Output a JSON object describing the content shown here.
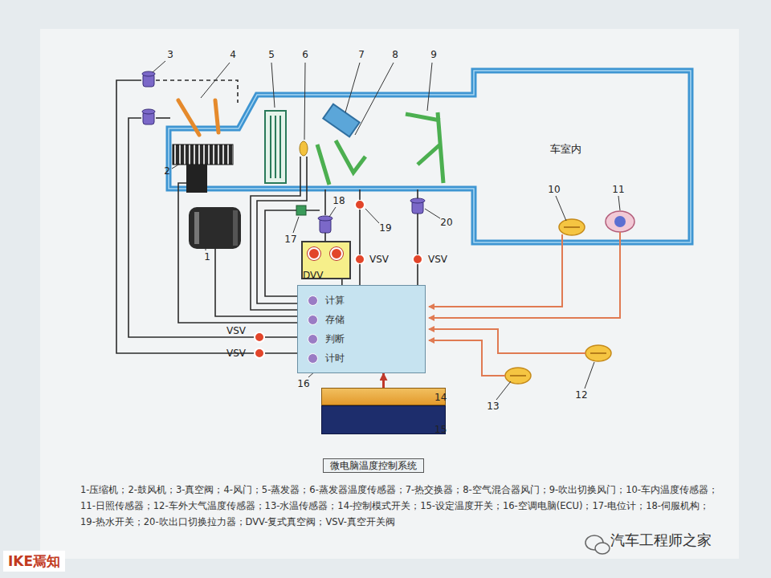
{
  "diagram": {
    "caption": "微电脑温度控制系统",
    "nodes": [
      {
        "text": [
          "车室内"
        ]
      },
      {
        "text": [
          "DVV"
        ]
      },
      {
        "text": [
          "计算",
          "存储",
          "判断",
          "计时"
        ]
      },
      {
        "text": [
          "14"
        ]
      },
      {
        "text": [
          "15"
        ]
      }
    ],
    "edges": [
      {
        "from": 1,
        "to": 2,
        "arrow": "none"
      },
      {
        "from": 3,
        "to": 2,
        "arrow": "to"
      }
    ],
    "labels": [
      "1",
      "2",
      "3",
      "4",
      "5",
      "6",
      "7",
      "8",
      "9",
      "10",
      "11",
      "12",
      "13",
      "16",
      "17",
      "18",
      "19",
      "20",
      "VSV",
      "VSV",
      "VSV",
      "VSV",
      "1-压缩机；2-鼓风机；3-真空阀；4-风门；5-蒸发器；6-蒸发器温度传感器；7-热交换器；8-空气混合器风门；9-吹出切换风门；10-车内温度传感器；11-日照传感器；12-车外大气温度传感器；13-水温传感器；14-控制模式开关；15-设定温度开关；16-空调电脑(ECU)；17-电位计；18-伺服机构；19-热水开关；20-吹出口切换拉力器；DVV-复式真空阀；VSV-真空开关阀",
      "IKE焉知",
      "汽车工程师之家"
    ]
  }
}
